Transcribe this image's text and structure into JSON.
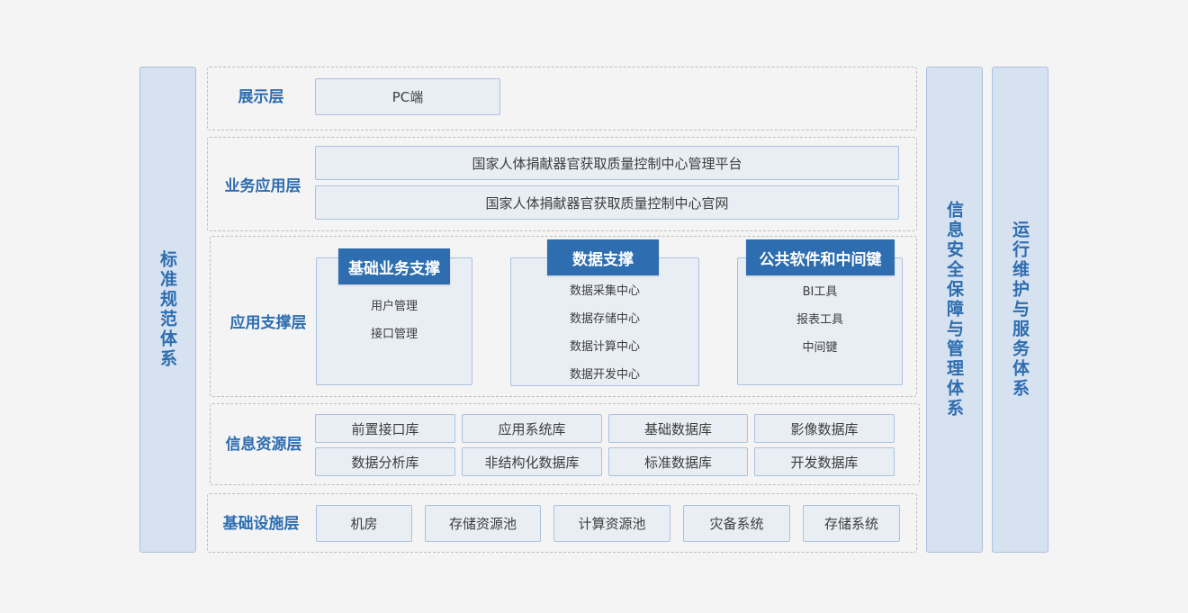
{
  "sides": {
    "left": "标准规范体系",
    "right1": "信息安全保障与管理体系",
    "right2": "运行维护与服务体系"
  },
  "layers": {
    "presentation": {
      "label": "展示层",
      "items": [
        "PC端"
      ]
    },
    "business": {
      "label": "业务应用层",
      "items": [
        "国家人体捐献器官获取质量控制中心管理平台",
        "国家人体捐献器官获取质量控制中心官网"
      ]
    },
    "support": {
      "label": "应用支撑层",
      "panels": [
        {
          "title": "基础业务支撑",
          "items": [
            "用户管理",
            "接口管理"
          ]
        },
        {
          "title": "数据支撑",
          "items": [
            "数据采集中心",
            "数据存储中心",
            "数据计算中心",
            "数据开发中心"
          ]
        },
        {
          "title": "公共软件和中间键",
          "items": [
            "BI工具",
            "报表工具",
            "中间键"
          ]
        }
      ]
    },
    "resources": {
      "label": "信息资源层",
      "items": [
        "前置接口库",
        "应用系统库",
        "基础数据库",
        "影像数据库",
        "数据分析库",
        "非结构化数据库",
        "标准数据库",
        "开发数据库"
      ]
    },
    "infrastructure": {
      "label": "基础设施层",
      "items": [
        "机房",
        "存储资源池",
        "计算资源池",
        "灾备系统",
        "存储系统"
      ]
    }
  },
  "colors": {
    "accent": "#2e6db0",
    "box_fill": "#e9eef4",
    "side_fill": "#d6e2f0",
    "border": "#a9c1e0"
  }
}
